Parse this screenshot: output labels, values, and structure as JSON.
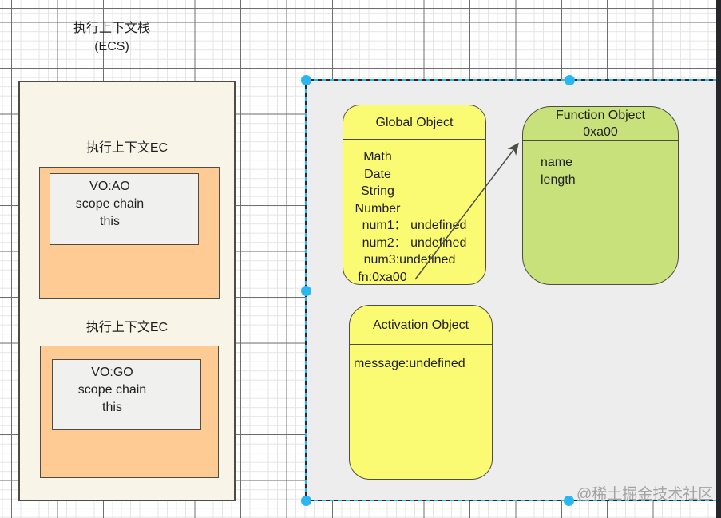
{
  "ecs_label": {
    "line1": "执行上下文栈",
    "line2": "(ECS)"
  },
  "stack": {
    "sections": [
      {
        "title": "执行上下文EC",
        "vo": [
          "VO:AO",
          "scope chain",
          "this"
        ]
      },
      {
        "title": "执行上下文EC",
        "vo": [
          "VO:GO",
          "scope chain",
          "this"
        ]
      }
    ]
  },
  "group": {
    "global": {
      "title": "Global Object",
      "lines": [
        "Math",
        "Date",
        "String",
        "Number",
        "num1： undefined",
        "num2： undefined",
        "num3:undefined",
        "fn:0xa00"
      ]
    },
    "fn": {
      "title1": "Function Object",
      "title2": "0xa00",
      "lines": [
        "name",
        "length"
      ]
    },
    "activation": {
      "title": "Activation Object",
      "lines": [
        "message:undefined"
      ]
    }
  },
  "watermark": "@稀土掘金技术社区",
  "colors": {
    "selection_accent": "#29b6f2",
    "yellow_shape": "#fbfb73",
    "green_shape": "#c9e17a",
    "orange_shape": "#fecb94",
    "cream_shape": "#f8f5e8",
    "group_fill": "#ededed",
    "shape_border": "#4d4d45"
  }
}
